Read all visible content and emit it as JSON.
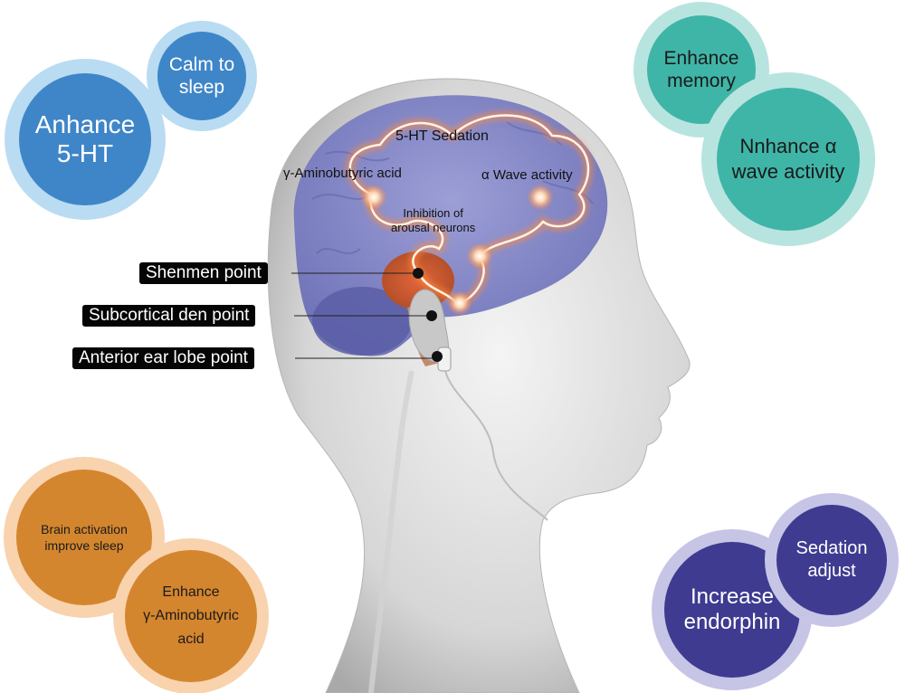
{
  "colors": {
    "blue_outer": "#b9dcf2",
    "blue_inner": "#3f86c8",
    "teal_outer": "#b8e4df",
    "teal_inner": "#3fb5a8",
    "orange_outer": "#f8d3ad",
    "orange_inner": "#d4862f",
    "purple_outer": "#c7c5e6",
    "purple_inner": "#3e3b91",
    "brain": "#7f82c4",
    "glow": "#ff8b3d",
    "skin": "#d9d9d9"
  },
  "bubbles": {
    "anhance_5ht": "Anhance\n5-HT",
    "calm_to_sleep": "Calm to\nsleep",
    "enhance_memory": "Enhance\nmemory",
    "enhance_alpha": "Nnhance α\nwave activity",
    "brain_activation": "Brain activation\nimprove sleep",
    "enhance_gaba": "Enhance\nγ-Aminobutyric\nacid",
    "sedation_adjust": "Sedation\nadjust",
    "increase_endorphin": "Increase\nendorphin"
  },
  "brain_labels": {
    "sedation": "5-HT Sedation",
    "gaba": "γ-Aminobutyric acid",
    "alpha": "α Wave activity",
    "inhibition": "Inhibition of\narousal neurons"
  },
  "points": {
    "shenmen": "Shenmen point",
    "subcortical": "Subcortical den point",
    "ear_lobe": "Anterior ear lobe point"
  }
}
